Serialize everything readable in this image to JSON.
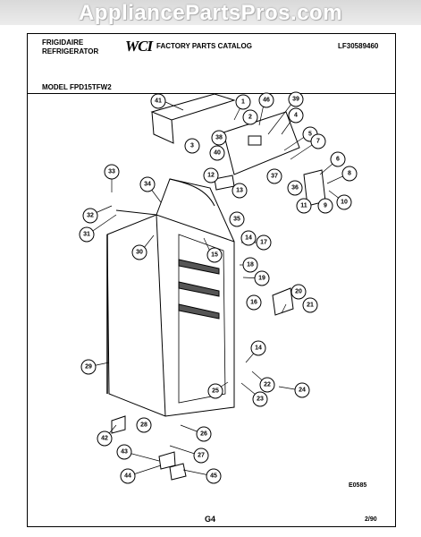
{
  "watermark": "AppliancePartsPros.com",
  "header": {
    "brand_line1": "FRIGIDAIRE",
    "brand_line2": "REFRIGERATOR",
    "logo": "WCI",
    "catalog_title": "FACTORY PARTS CATALOG",
    "catalog_number": "LF30589460"
  },
  "model_label": "MODEL FPD15TFW2",
  "diagram_code": "E0585",
  "page_number": "G4",
  "date": "2/90",
  "callouts": [
    "1",
    "2",
    "3",
    "4",
    "5",
    "6",
    "7",
    "8",
    "9",
    "10",
    "11",
    "12",
    "13",
    "14",
    "14",
    "15",
    "16",
    "17",
    "18",
    "19",
    "20",
    "21",
    "22",
    "23",
    "24",
    "25",
    "26",
    "27",
    "28",
    "29",
    "30",
    "31",
    "32",
    "33",
    "34",
    "35",
    "36",
    "37",
    "38",
    "39",
    "40",
    "41",
    "42",
    "43",
    "44",
    "45",
    "46"
  ]
}
